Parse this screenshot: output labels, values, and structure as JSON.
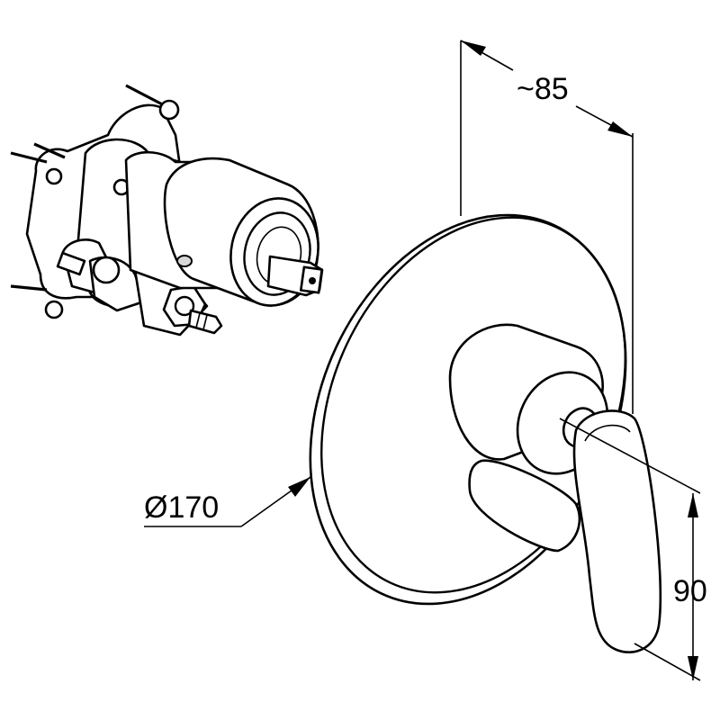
{
  "dimensions": {
    "depth": {
      "label": "~85"
    },
    "diameter": {
      "label": "Ø170"
    },
    "height": {
      "label": "90"
    }
  },
  "colors": {
    "line": "#000000",
    "background": "#ffffff"
  }
}
